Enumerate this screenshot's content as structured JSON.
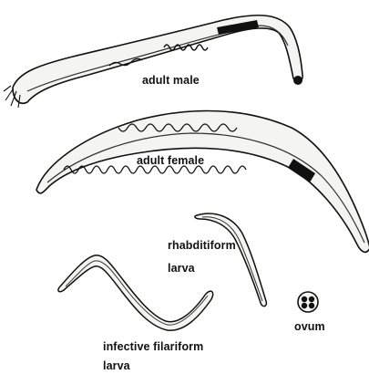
{
  "figure": {
    "labels": {
      "adult_male": "adult male",
      "adult_female": "adult female",
      "rhabditiform_line1": "rhabditiform",
      "rhabditiform_line2": "larva",
      "ovum": "ovum",
      "filariform_line1": "infective filariform",
      "filariform_line2": "larva"
    },
    "colors": {
      "ink": "#111111",
      "body_fill": "#f4f4f2",
      "gut": "#333333",
      "background": "#ffffff"
    }
  }
}
